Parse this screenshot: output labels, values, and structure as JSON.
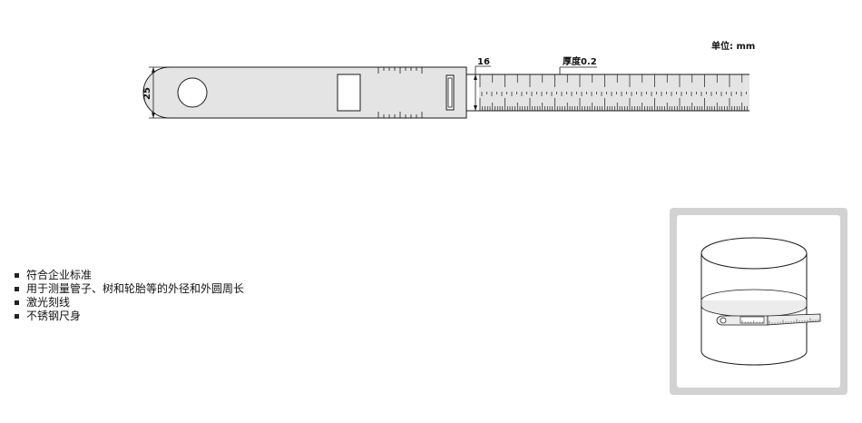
{
  "unit_label": "单位: mm",
  "dimensions": {
    "width": "25",
    "strap_width": "16",
    "thickness": "厚度0.2"
  },
  "features": [
    "符合企业标准",
    "用于测量管子、树和轮胎等的外径和外圆周长",
    "激光刻线",
    "不锈钢尺身"
  ],
  "colors": {
    "steel": "#e4e4e4",
    "line": "#1a1a1a",
    "panel": "#d2d2d2"
  }
}
